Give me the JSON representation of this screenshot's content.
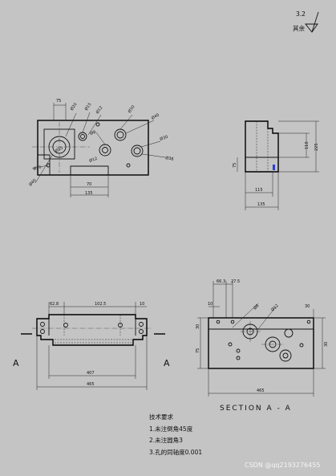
{
  "roughness": {
    "value": "3.2",
    "label": "其余"
  },
  "top_view": {
    "dims": [
      "75",
      "Ø20",
      "Ø15",
      "Ø12",
      "Ø30",
      "Ø40",
      "Ø30",
      "Ø38",
      "Ø25",
      "Ø15",
      "Ø40",
      "Ø8",
      "Ø12",
      "70",
      "135"
    ]
  },
  "side_view": {
    "dims": [
      "110",
      "225",
      "75",
      "115",
      "135"
    ]
  },
  "front_view": {
    "dims": [
      "62.8",
      "102.5",
      "10",
      "407",
      "465"
    ],
    "labels": [
      "A",
      "A"
    ]
  },
  "section_view": {
    "dims": [
      "66.3",
      "27.5",
      "10",
      "Ø8",
      "Ø12",
      "30",
      "30",
      "75",
      "30",
      "465"
    ],
    "title": "SECTION  A - A"
  },
  "notes": {
    "title": "技术要求",
    "items": [
      "1.未注倒角45度",
      "2.未注圆角3",
      "3.孔的同轴度0.001"
    ]
  },
  "watermark": "CSDN @qq2193276455"
}
